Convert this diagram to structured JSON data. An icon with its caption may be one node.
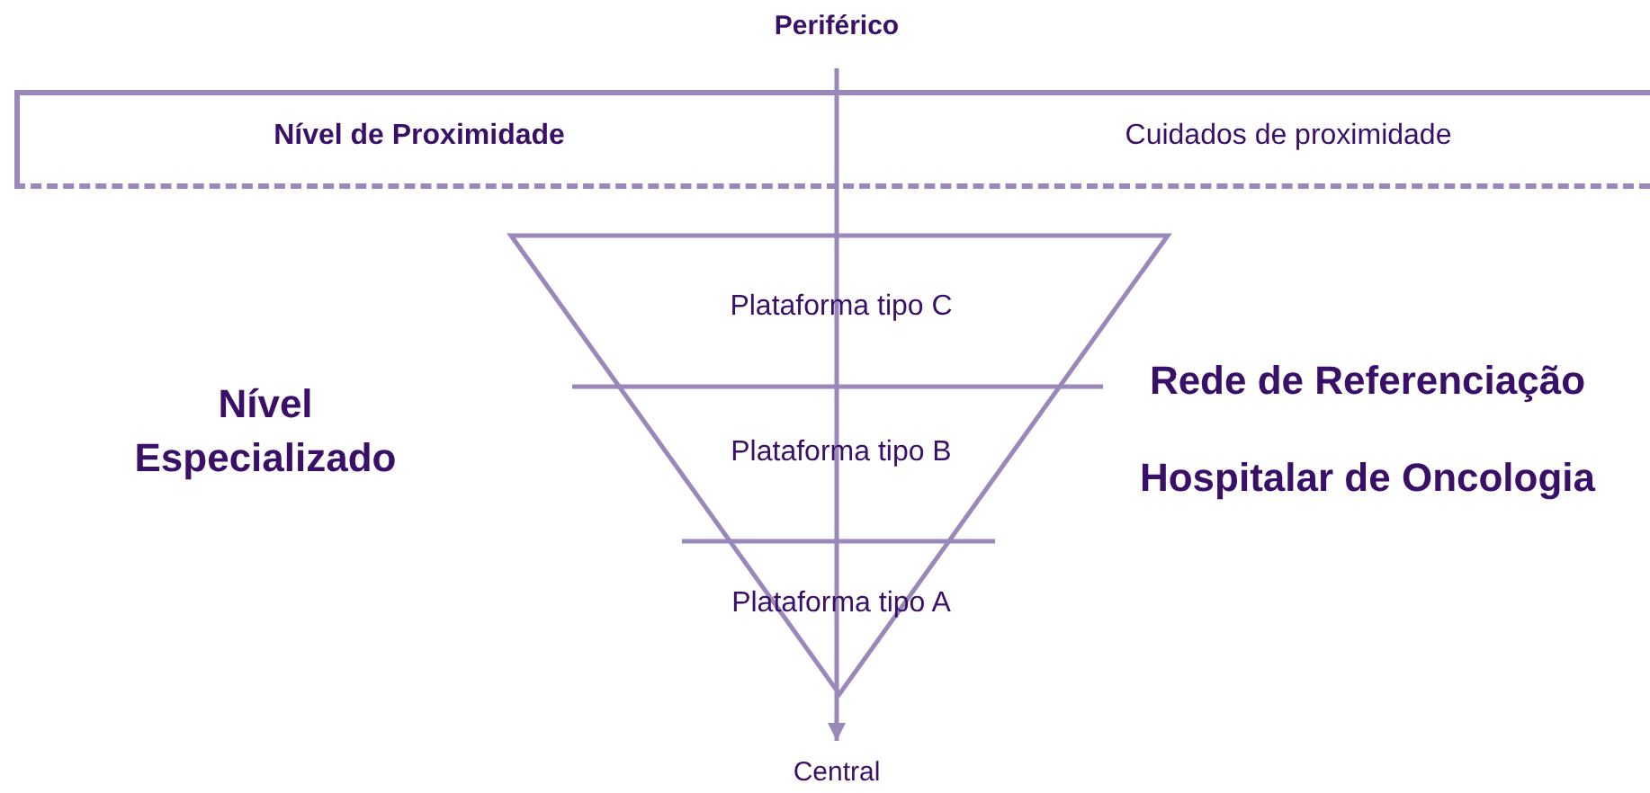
{
  "diagram": {
    "nodes": [
      {
        "text": [
          "Nível de Proximidade",
          "Cuidados de proximidade"
        ]
      },
      {
        "text": [
          "Plataforma tipo C",
          "Plataforma tipo B",
          "Plataforma tipo A"
        ]
      }
    ],
    "labels": [
      "Periférico",
      "Nível Especializado",
      "Rede de Referenciação Hospitalar de Oncologia",
      "Central"
    ]
  }
}
